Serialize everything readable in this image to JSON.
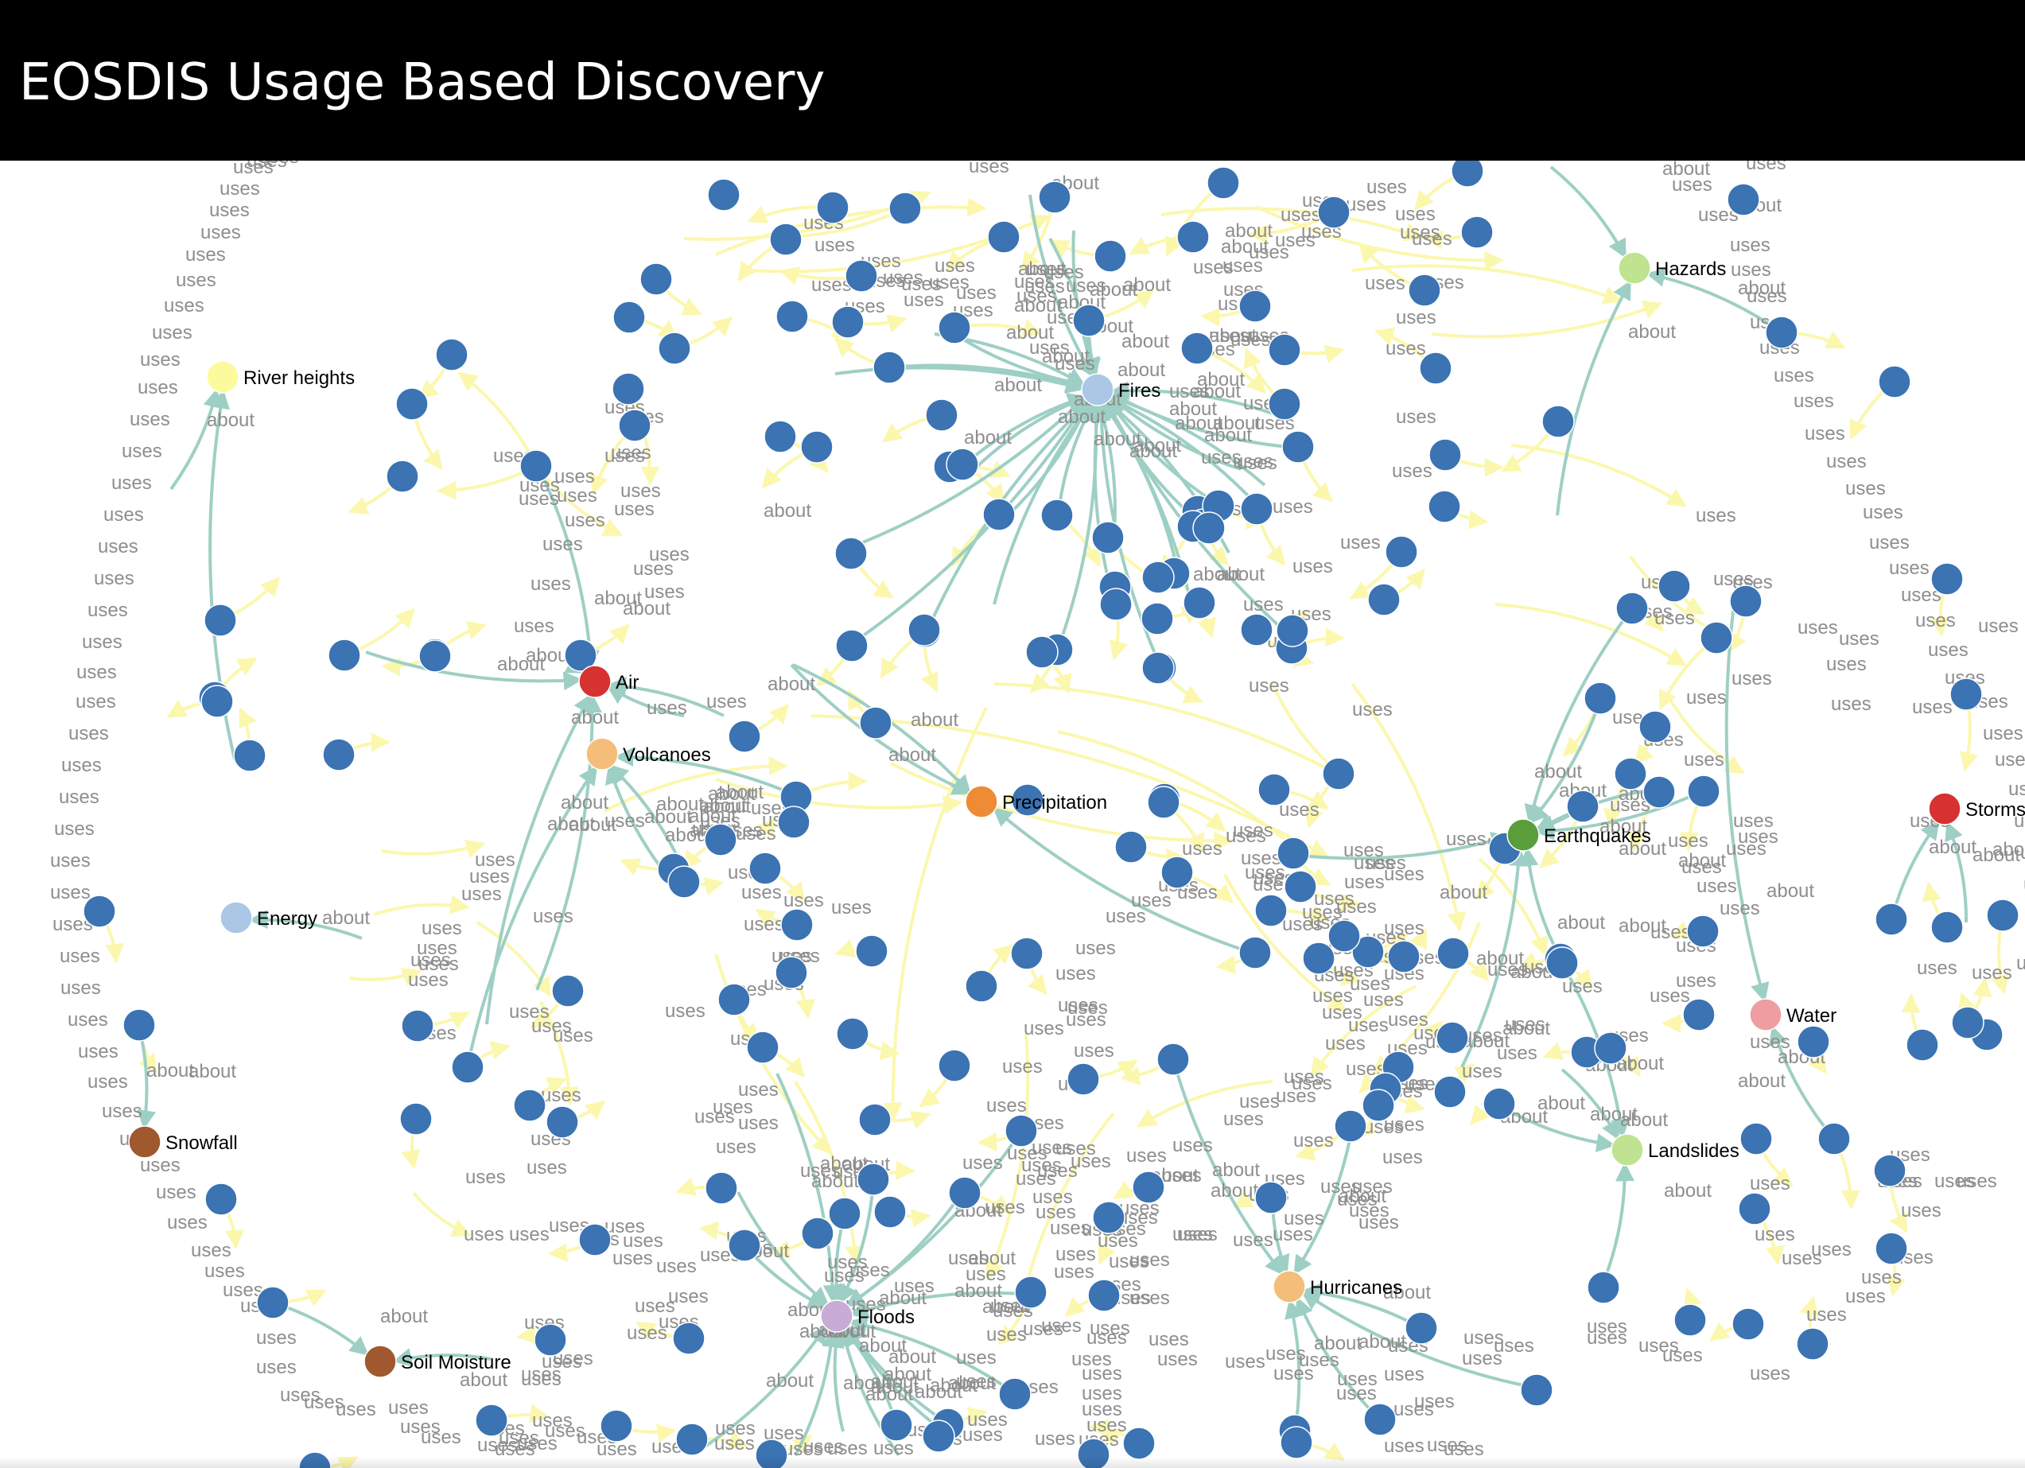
{
  "app": {
    "title": "EOSDIS Usage Based Discovery"
  },
  "colors": {
    "dataset": "#3b73b3",
    "about_link": "#9ecfc4",
    "uses_link": "#fbf7ad",
    "edge_label": "#8e8e8e",
    "header_bg": "#000000"
  },
  "topics": [
    {
      "id": "fires",
      "name": "Fires",
      "color": "#aac7e6"
    },
    {
      "id": "hazards",
      "name": "Hazards",
      "color": "#bfe391"
    },
    {
      "id": "river",
      "name": "River heights",
      "color": "#fbfb9e"
    },
    {
      "id": "air",
      "name": "Air",
      "color": "#d63232"
    },
    {
      "id": "volcanoes",
      "name": "Volcanoes",
      "color": "#f4be7a"
    },
    {
      "id": "precip",
      "name": "Precipitation",
      "color": "#ef8b34"
    },
    {
      "id": "earthquakes",
      "name": "Earthquakes",
      "color": "#5a9e3c"
    },
    {
      "id": "storms",
      "name": "Storms",
      "color": "#d63232"
    },
    {
      "id": "energy",
      "name": "Energy",
      "color": "#aac7e6"
    },
    {
      "id": "water",
      "name": "Water",
      "color": "#ee9ea0"
    },
    {
      "id": "snowfall",
      "name": "Snowfall",
      "color": "#a0582e"
    },
    {
      "id": "landslides",
      "name": "Landslides",
      "color": "#bfe391"
    },
    {
      "id": "floods",
      "name": "Floods",
      "color": "#c9acd6"
    },
    {
      "id": "hurricanes",
      "name": "Hurricanes",
      "color": "#f4be7a"
    },
    {
      "id": "soil",
      "name": "Soil Moisture",
      "color": "#a0582e"
    }
  ],
  "edge_labels": {
    "about": "about",
    "uses": "uses"
  }
}
